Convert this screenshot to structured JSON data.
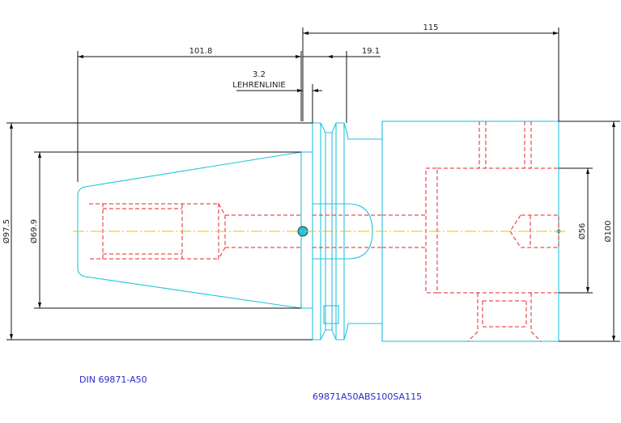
{
  "dimensions": {
    "overall_length": "115",
    "taper_length": "101.8",
    "flange_width": "19.1",
    "gauge_offset": "3.2",
    "gauge_line": "LEHRENLINIE",
    "dia_flange": "Ø97.5",
    "dia_taper": "Ø69.9",
    "dia_inner": "Ø56",
    "dia_body": "Ø100"
  },
  "labels": {
    "standard": "DIN 69871-A50",
    "part_number": "69871A50ABS100SA115"
  },
  "colors": {
    "outline": "#22c3e0",
    "hidden": "#e5252a",
    "centerline": "#e8c000",
    "dimension": "#111111",
    "annotation": "#2a2acc"
  }
}
